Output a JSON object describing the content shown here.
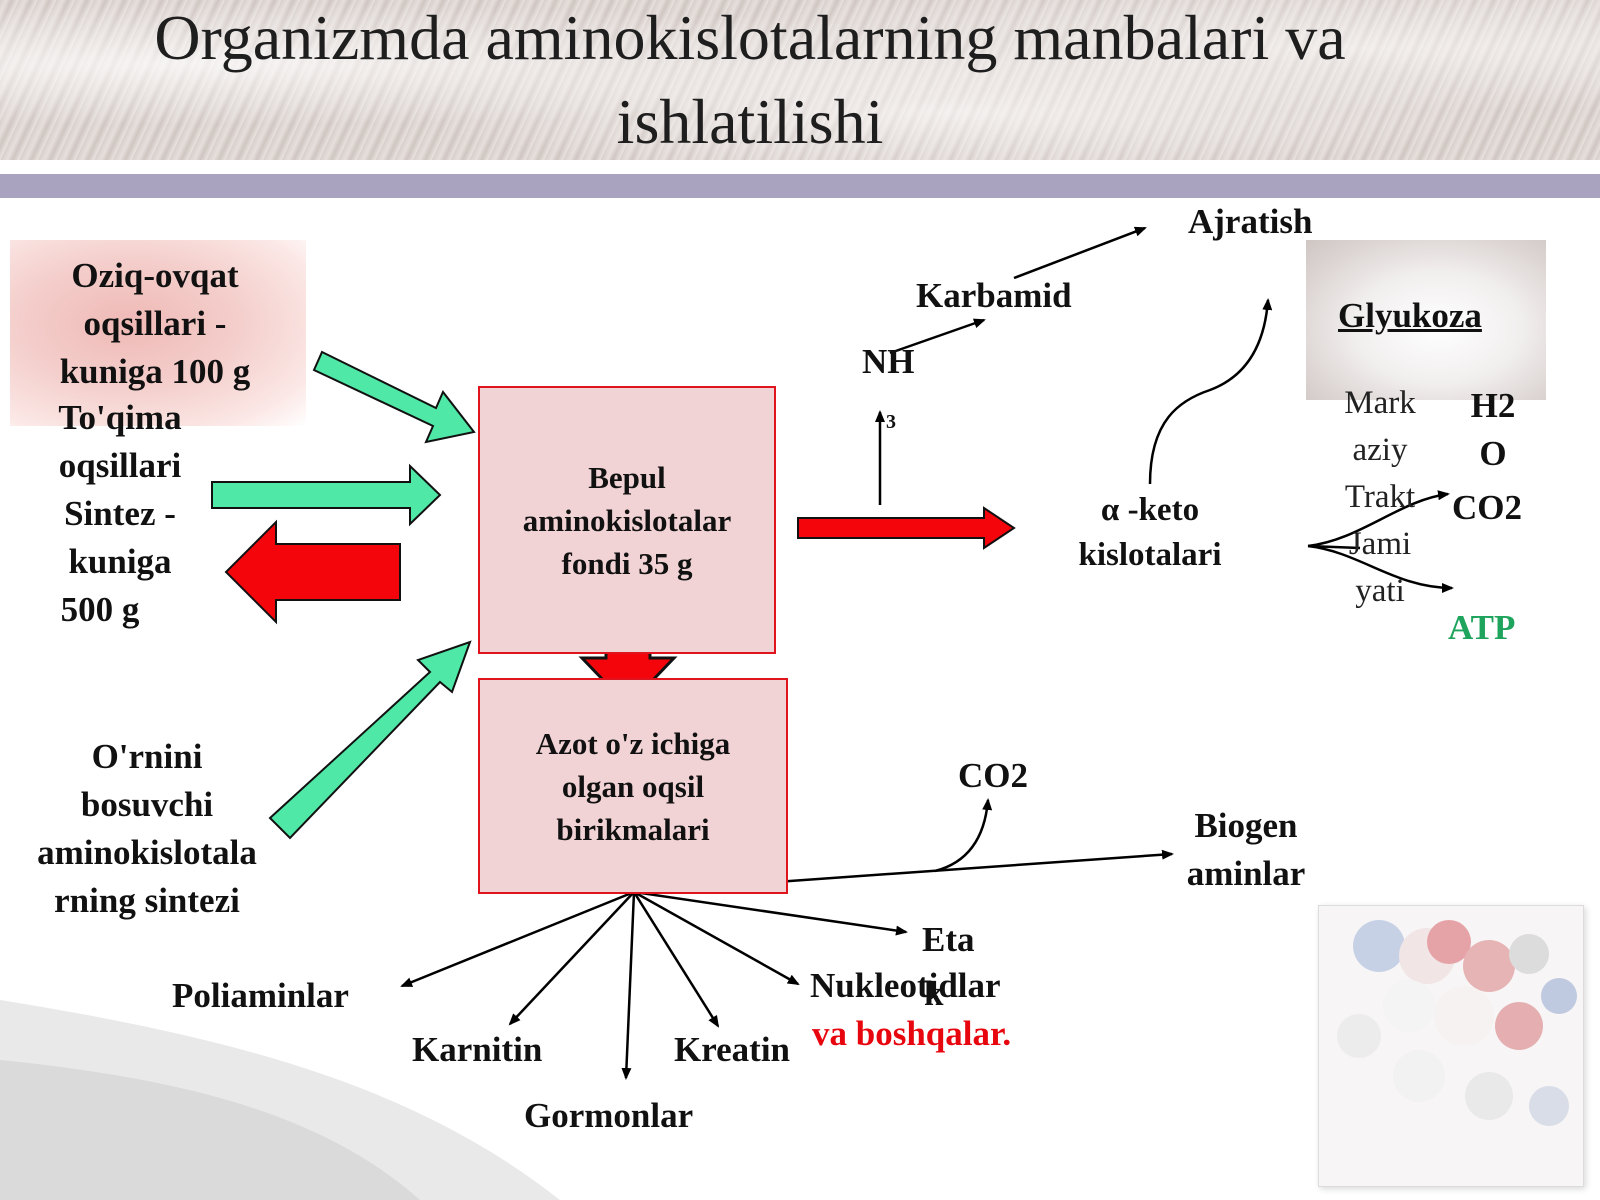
{
  "title": "Organizmda aminokislotalarning manbalari va ishlatilishi",
  "sources": {
    "food": [
      "Oziq-ovqat",
      "oqsillari -",
      "kuniga 100 g"
    ],
    "tissue": [
      "To'qima",
      "oqsillari",
      "Sintez -",
      "kuniga",
      "500 g"
    ],
    "synthesis": [
      "O'rnini",
      "bosuvchi",
      "aminokislotala",
      "rning sintezi"
    ]
  },
  "pool_box": [
    "Bepul",
    "aminokislotalar",
    "fondi 35 g"
  ],
  "nitrogen_box": [
    "Azot o'z ichiga",
    "olgan oqsil",
    "birikmalari"
  ],
  "right": {
    "nh": "NH",
    "nh_sub": "3",
    "karbamid": "Karbamid",
    "ajratish": "Ajratish",
    "keto": [
      "α -keto",
      "kislotalari"
    ],
    "glyukoza": "Glyukoza",
    "mark": [
      "Mark",
      "aziy",
      "Trakt",
      "Jami",
      "yati"
    ],
    "h2o": [
      "H2",
      "O"
    ],
    "co2_top": "CO2",
    "atp": "ATP"
  },
  "products": {
    "co2": "CO2",
    "biogen": [
      "Biogen",
      "aminlar"
    ],
    "poliaminlar": "Poliaminlar",
    "karnitin": "Karnitin",
    "gormonlar": "Gormonlar",
    "kreatin": "Kreatin",
    "nukleotidlar": "Nukleotidlar",
    "eta": "Eta",
    "k": "k",
    "va_boshqalar": "va boshqalar."
  },
  "colors": {
    "arrow_green": "#4fe8a6",
    "arrow_red": "#f4050b",
    "box_fill": "#f2d3d5",
    "atp_green": "#1ea45c",
    "accent_red": "#e8060e",
    "band": "#aaa3bf"
  }
}
